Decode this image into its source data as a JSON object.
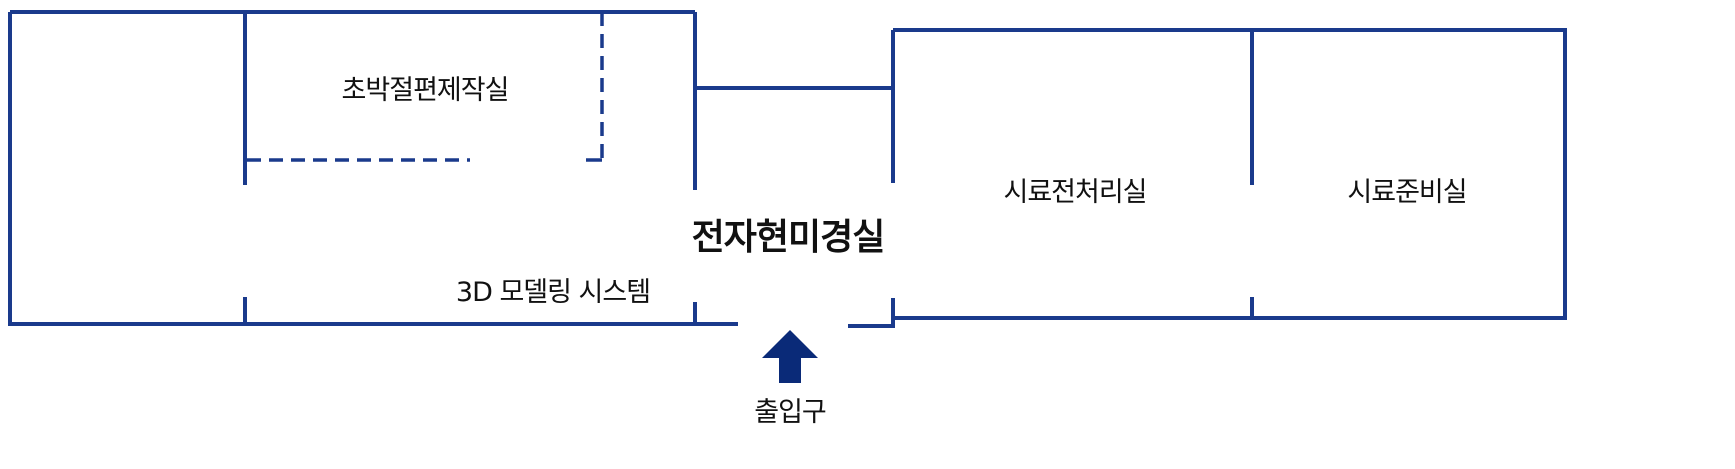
{
  "colors": {
    "wall": "#1a3a8c",
    "arrow": "#0a2a78",
    "text": "#111111"
  },
  "rooms": {
    "ultramicrotome": "초박절편제작실",
    "main": "전자현미경실",
    "modeling": "3D 모델링 시스템",
    "pretreatment": "시료전처리실",
    "preparation": "시료준비실"
  },
  "entrance": {
    "label": "출입구",
    "icon": "arrow-up-icon"
  }
}
